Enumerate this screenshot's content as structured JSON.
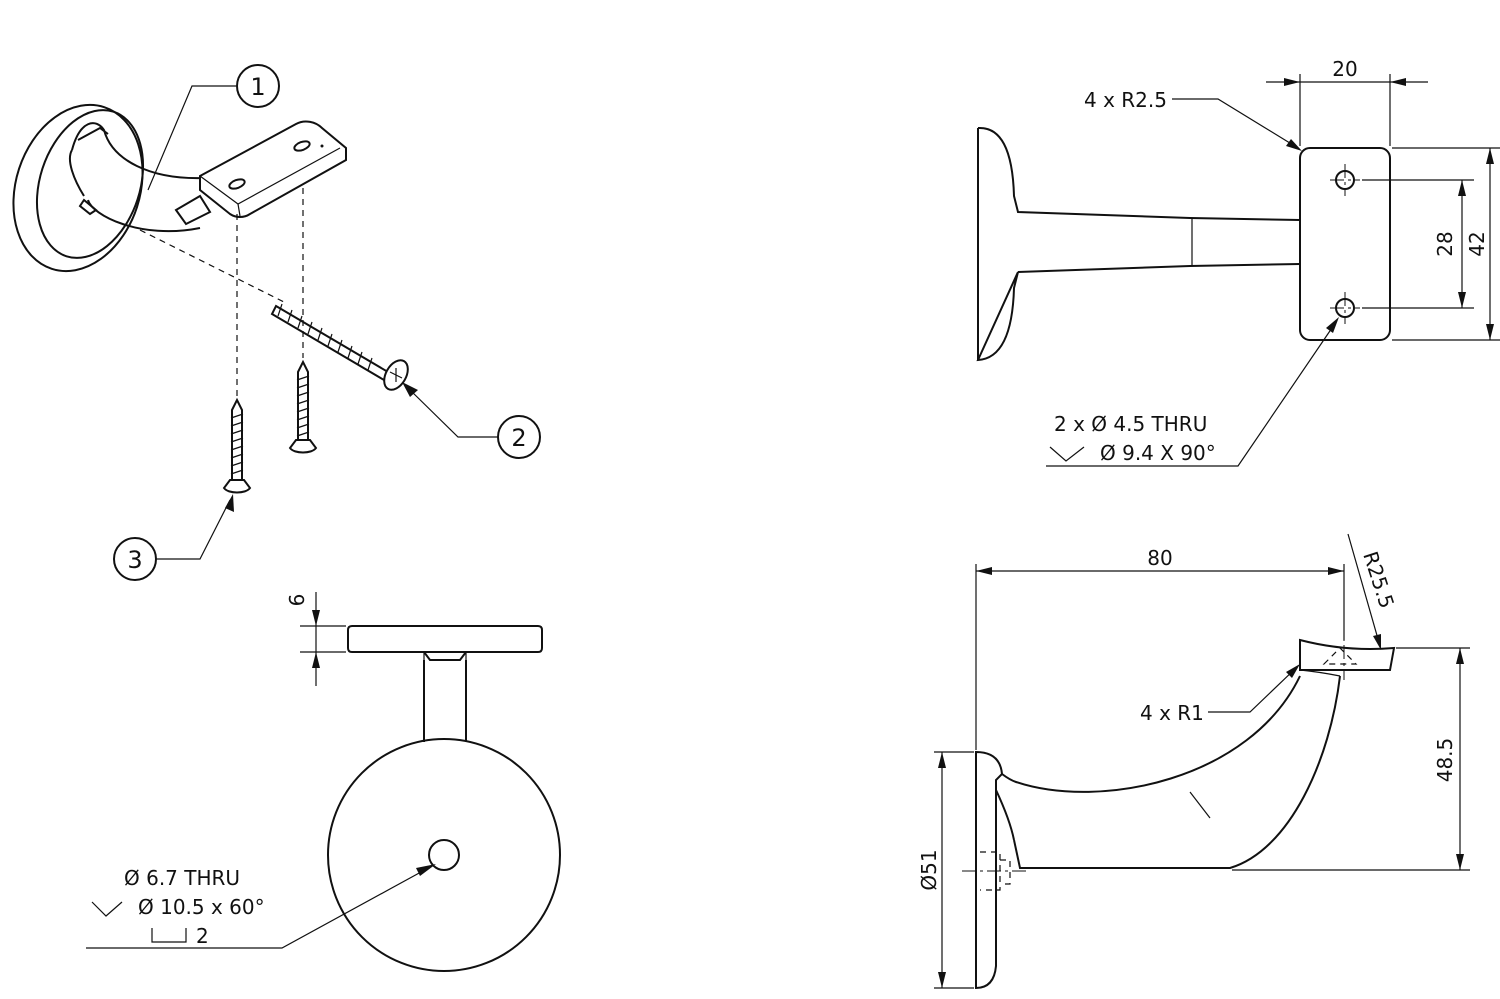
{
  "balloons": {
    "b1": "1",
    "b2": "2",
    "b3": "3"
  },
  "top_view": {
    "dim_width": "20",
    "dim_height": "42",
    "dim_hole_spacing": "28",
    "radius_note": "4 x R2.5",
    "hole_note_line1": "2 x Ø 4.5 THRU",
    "hole_note_line2": "Ø 9.4 X 90°"
  },
  "side_view": {
    "dim_length": "80",
    "dim_radius": "R25.5",
    "dim_height": "48.5",
    "dim_diameter": "Ø51",
    "radius_note": "4 x R1"
  },
  "front_view": {
    "dim_thickness": "6",
    "hole_note_line1": "Ø 6.7 THRU",
    "hole_note_line2": "Ø 10.5 x 60°",
    "hole_note_line3": "2"
  }
}
